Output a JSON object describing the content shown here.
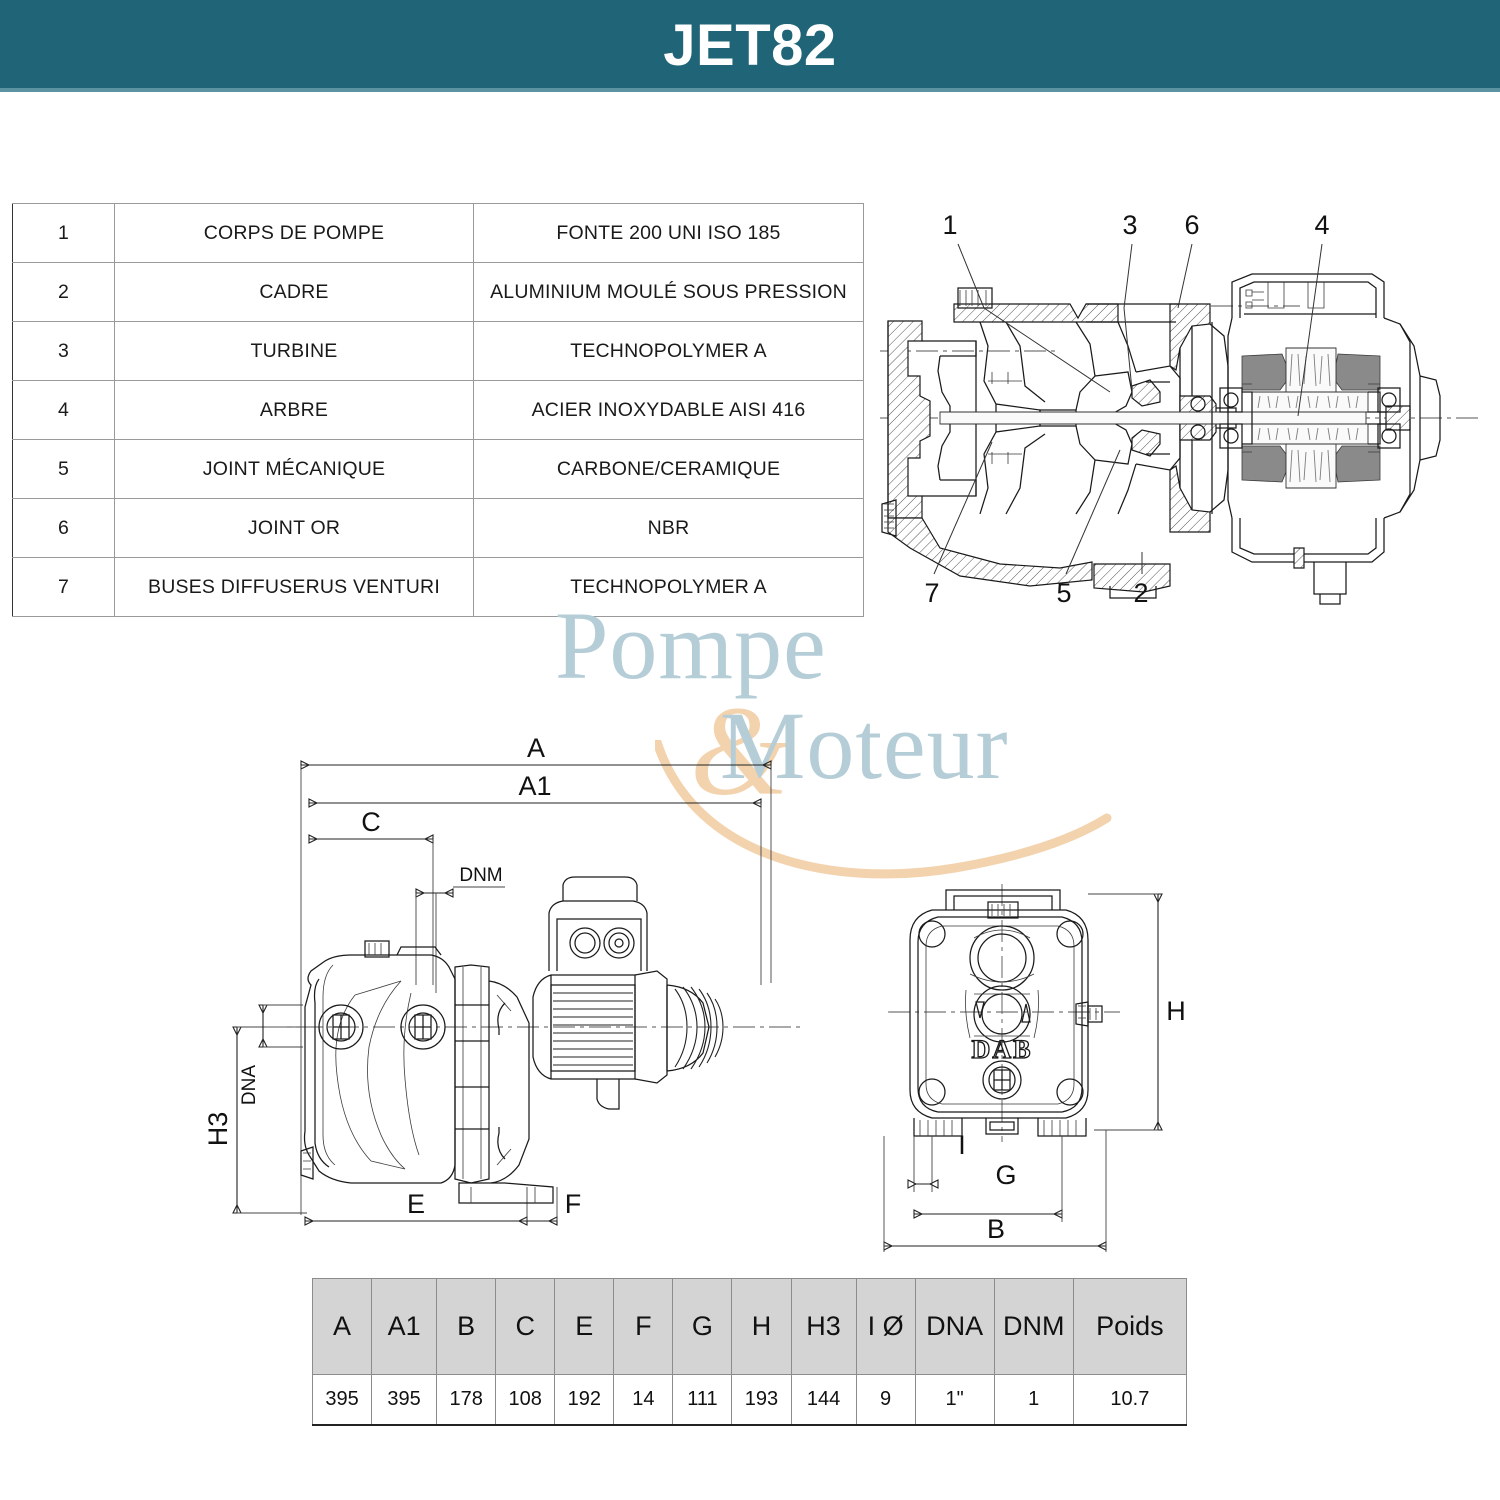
{
  "header": {
    "title": "JET82",
    "band_color": "#1f6577",
    "title_color": "#ffffff"
  },
  "materials_table": {
    "columns": [
      "pos",
      "component",
      "material"
    ],
    "rows": [
      {
        "pos": "1",
        "component": "CORPS DE POMPE",
        "material": "FONTE 200 UNI ISO 185"
      },
      {
        "pos": "2",
        "component": "CADRE",
        "material": "ALUMINIUM MOULÉ SOUS PRESSION"
      },
      {
        "pos": "3",
        "component": "TURBINE",
        "material": "TECHNOPOLYMER A"
      },
      {
        "pos": "4",
        "component": "ARBRE",
        "material": "ACIER INOXYDABLE AISI 416"
      },
      {
        "pos": "5",
        "component": "JOINT MÉCANIQUE",
        "material": "CARBONE/CERAMIQUE"
      },
      {
        "pos": "6",
        "component": "JOINT OR",
        "material": "NBR"
      },
      {
        "pos": "7",
        "component": "BUSES DIFFUSERUS VENTURI",
        "material": "TECHNOPOLYMER A"
      }
    ]
  },
  "cutaway": {
    "callouts_top": [
      "1",
      "3",
      "6",
      "4"
    ],
    "callouts_bottom": [
      "7",
      "5",
      "2"
    ]
  },
  "side_view": {
    "labels": {
      "a": "A",
      "a1": "A1",
      "c": "C",
      "dnm": "DNM",
      "dna": "DNA",
      "h3": "H3",
      "e": "E",
      "f": "F"
    }
  },
  "front_view": {
    "brand": "DAB",
    "labels": {
      "h": "H",
      "i": "I",
      "g": "G",
      "b": "B"
    }
  },
  "dimension_table": {
    "headers": [
      "A",
      "A1",
      "B",
      "C",
      "E",
      "F",
      "G",
      "H",
      "H3",
      "I Ø",
      "DNA",
      "DNM",
      "Poids"
    ],
    "values": [
      "395",
      "395",
      "178",
      "108",
      "192",
      "14",
      "111",
      "193",
      "144",
      "9",
      "1\"",
      "1",
      "10.7"
    ],
    "header_bg": "#d4d4d4"
  },
  "watermark": {
    "line1": "Pompe",
    "ampersand": "&",
    "line2": "Moteur",
    "text_color": "#b5cdd6",
    "accent_color": "#f3d3ad"
  }
}
